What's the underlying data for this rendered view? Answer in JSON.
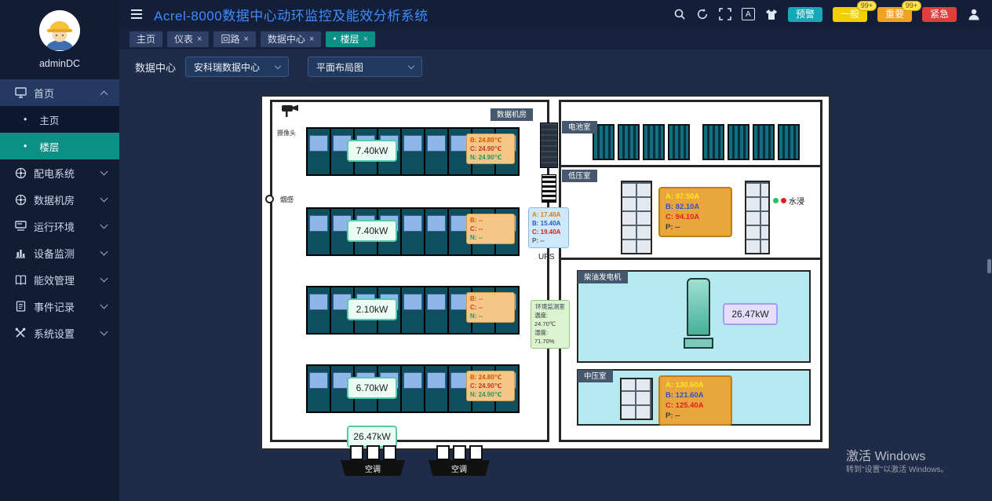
{
  "colors": {
    "accent_teal": "#0C8F85",
    "title_blue": "#3F8CFF",
    "badge_warning": "#18A7B9",
    "badge_general": "#F2CF00",
    "badge_major": "#F0A31F",
    "badge_urgent": "#E23D3D",
    "plan_info_orange": "#E9A63E",
    "plan_room_cyan": "#B6EAF3"
  },
  "sidebar": {
    "username": "adminDC",
    "bullet": "•",
    "menu": [
      {
        "label": "首页"
      },
      {
        "label": "主页"
      },
      {
        "label": "楼层"
      },
      {
        "label": "配电系统"
      },
      {
        "label": "数据机房"
      },
      {
        "label": "运行环境"
      },
      {
        "label": "设备监测"
      },
      {
        "label": "能效管理"
      },
      {
        "label": "事件记录"
      },
      {
        "label": "系统设置"
      }
    ]
  },
  "header": {
    "title": "Acrel-8000数据中心动环监控及能效分析系统",
    "fontsize_icon_label": "A",
    "badges": [
      {
        "label": "预警"
      },
      {
        "label": "一般",
        "count": "99+"
      },
      {
        "label": "重要",
        "count": "99+"
      },
      {
        "label": "紧急"
      }
    ]
  },
  "tabs": [
    {
      "label": "主页"
    },
    {
      "label": "仪表",
      "close": "×"
    },
    {
      "label": "回路",
      "close": "×"
    },
    {
      "label": "数据中心",
      "close": "×"
    },
    {
      "label": "楼层",
      "close": "×",
      "dot": "●"
    }
  ],
  "filters": {
    "label": "数据中心",
    "datacenter_value": "安科瑞数据中心",
    "layout_value": "平面布局图"
  },
  "floorplan": {
    "room_label": "数据机房",
    "camera_label": "摄像头",
    "smoke_label": "烟感",
    "rack_rows": [
      {
        "power": "7.40kW",
        "t1": "B: 24.80℃",
        "t2": "C: 24.90℃",
        "t3": "N: 24.90℃"
      },
      {
        "power": "7.40kW",
        "t1": "B: --",
        "t2": "C: --",
        "t3": "N: --"
      },
      {
        "power": "2.10kW",
        "t1": "B: --",
        "t2": "C: --",
        "t3": "N: --"
      },
      {
        "power": "6.70kW",
        "t1": "B: 24.80℃",
        "t2": "C: 24.90℃",
        "t3": "N: 24.90℃"
      }
    ],
    "ups": {
      "label": "UPS",
      "a": "A: 17.40A",
      "b": "B: 15.40A",
      "c": "C: 19.40A",
      "p": "P: --"
    },
    "env": {
      "title": "环境监测室",
      "temp": "温度: 24.70℃",
      "hum": "湿度: 71.70%"
    },
    "bottom_power": "26.47kW",
    "ac_label": "空调",
    "right_wing": {
      "battery_label": "电池室",
      "lv_label": "低压室",
      "lv": {
        "a": "A: 97.50A",
        "b": "B: 82.10A",
        "c": "C: 94.10A",
        "p": "P: --"
      },
      "water_label": "水浸",
      "generator_label": "柴油发电机",
      "generator_power": "26.47kW",
      "mv_label": "中压室",
      "mv": {
        "a": "A: 130.60A",
        "b": "B: 121.60A",
        "c": "C: 125.40A",
        "p": "P: --"
      }
    }
  },
  "watermark": {
    "line1": "激活 Windows",
    "line2": "转到\"设置\"以激活 Windows。"
  },
  "icons": {
    "hamburger-icon": "three lines",
    "search-icon": "magnifier",
    "refresh-icon": "circular arrow",
    "fullscreen-icon": "corner brackets",
    "fontsize-icon": "A",
    "theme-icon": "t-shirt",
    "user-icon": "person silhouette",
    "monitor-icon": "desktop monitor",
    "fan-icon": "wheel with spokes",
    "server-icon": "workstation",
    "chart-icon": "bar chart",
    "book-icon": "ledger",
    "document-icon": "document",
    "tools-icon": "crossed tools",
    "camera-icon": "cctv camera",
    "smoke-icon": "round detector",
    "water-ok-dot": "#22C55E",
    "water-alarm-dot": "#E02020"
  }
}
